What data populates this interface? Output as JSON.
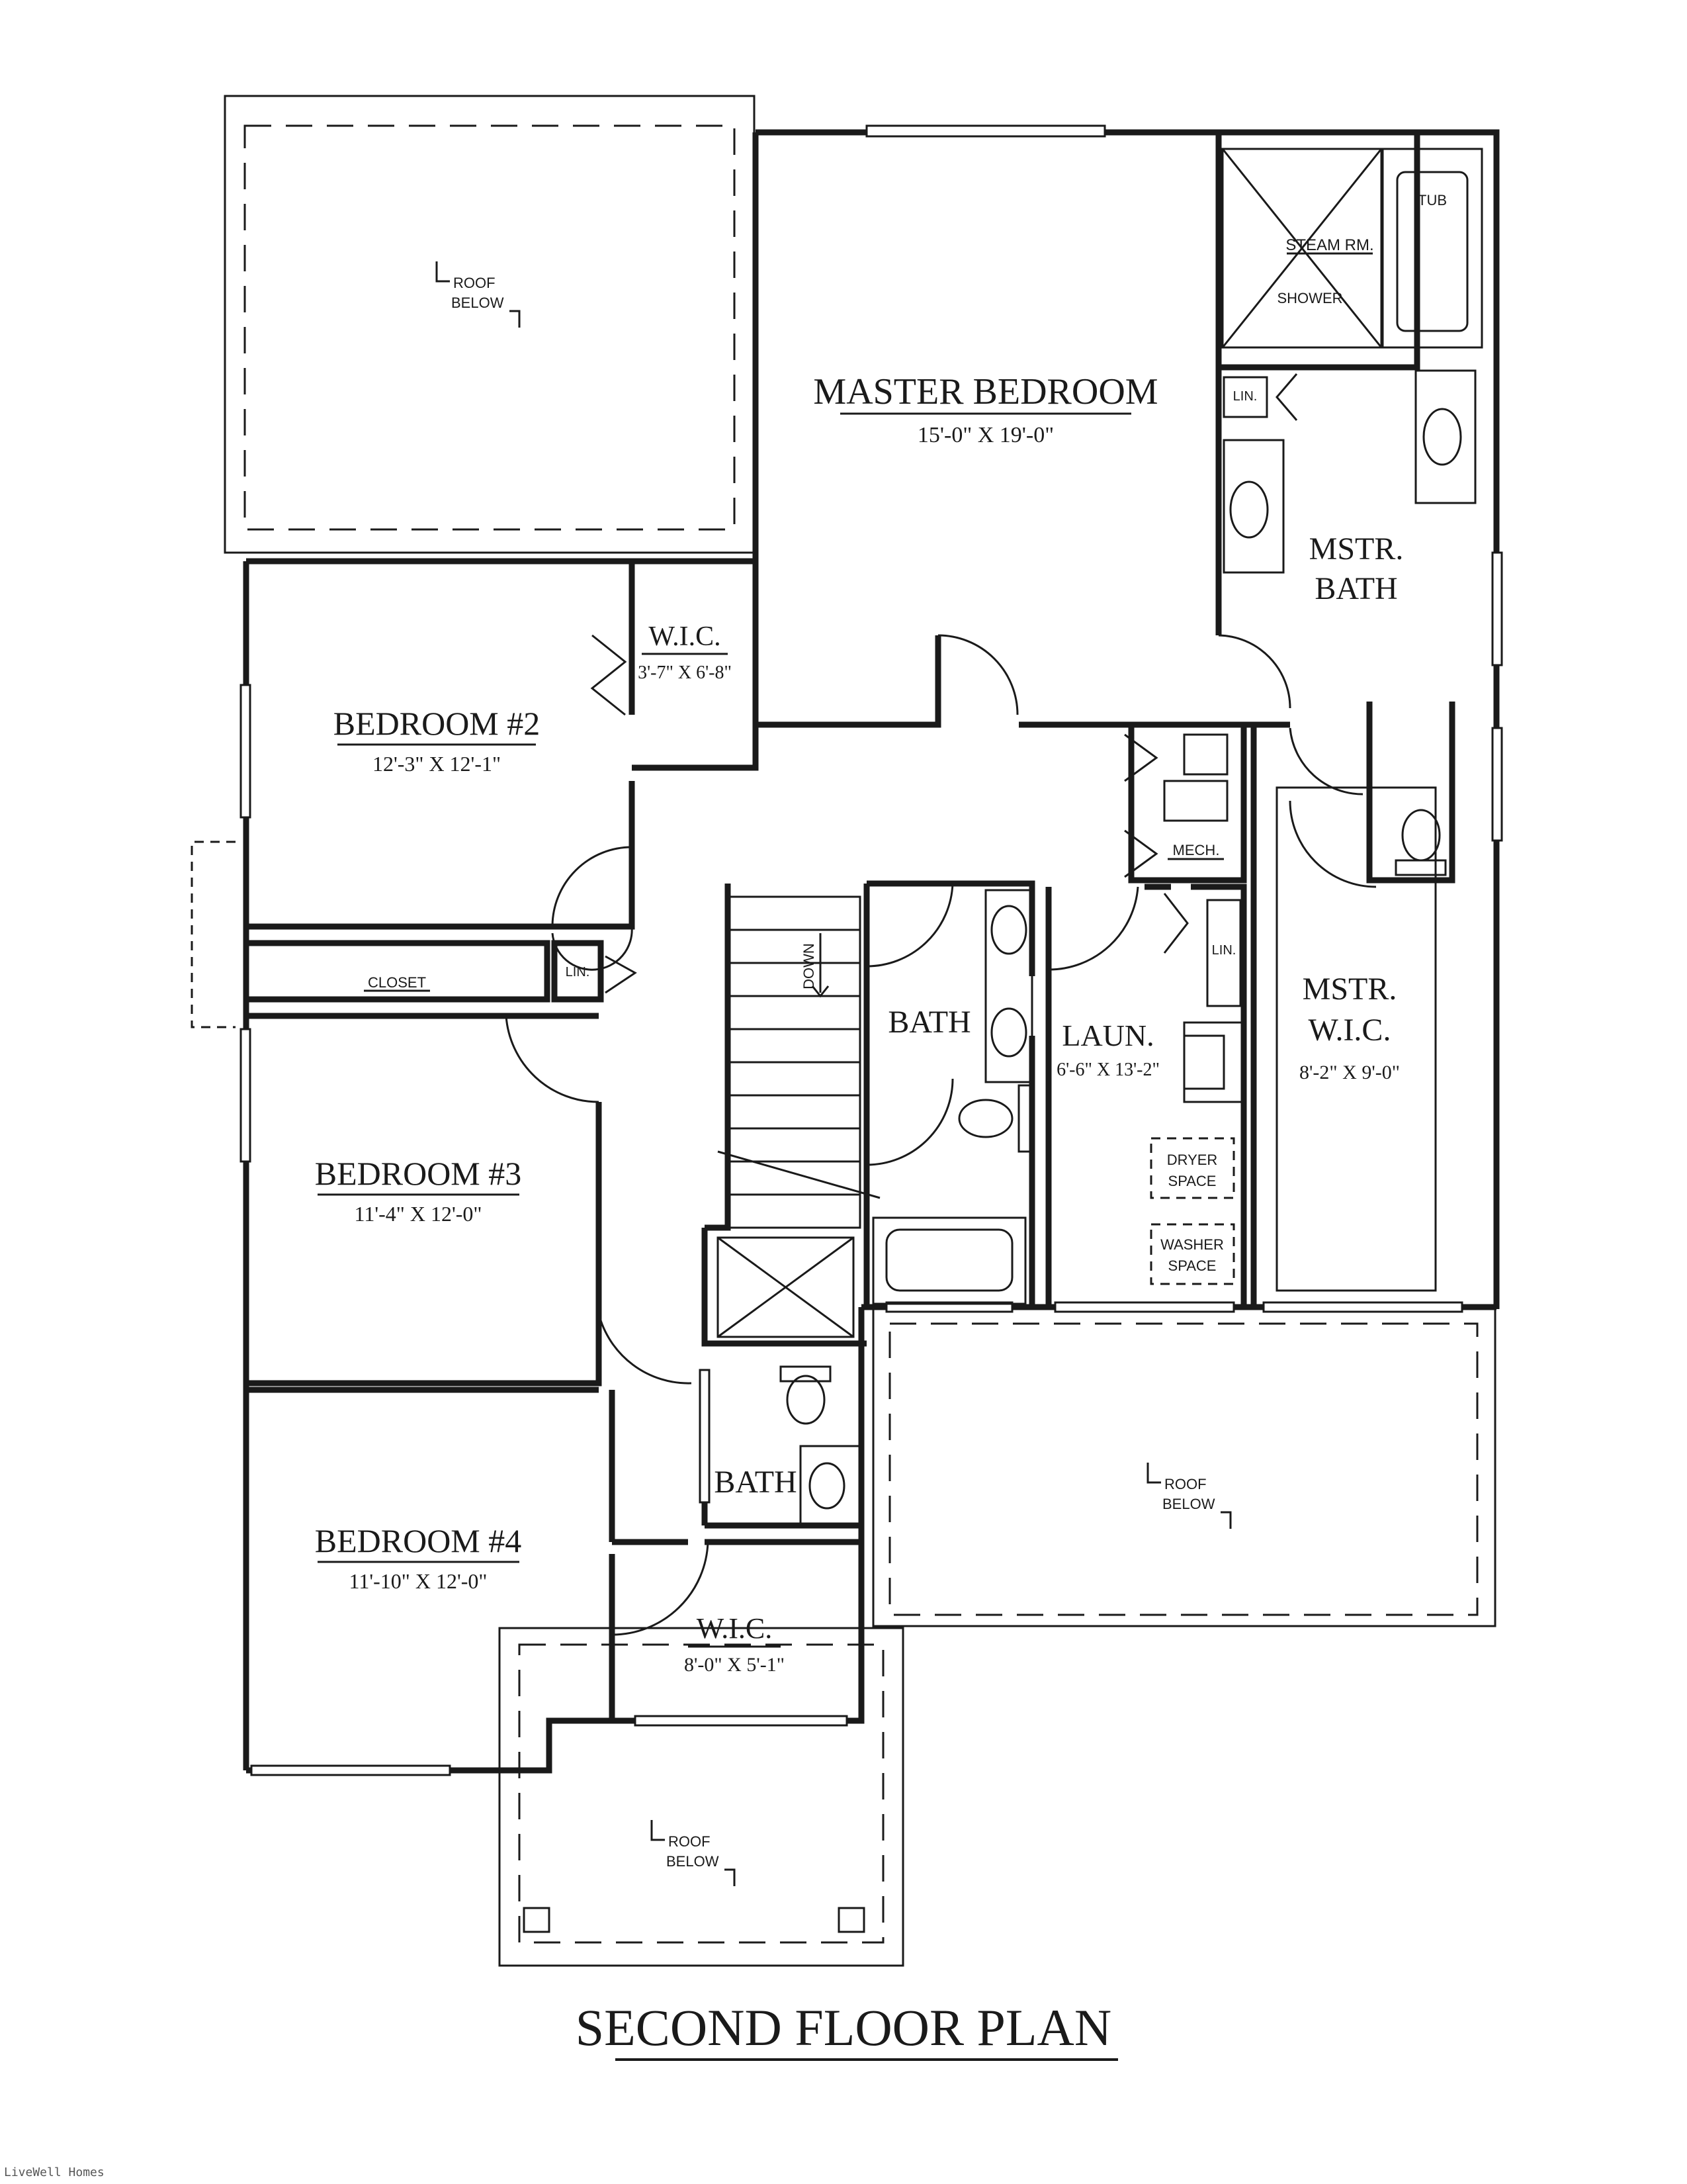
{
  "plan_title": "SECOND FLOOR PLAN",
  "rooms": {
    "master_bedroom": {
      "name": "MASTER BEDROOM",
      "size": "15'-0\" X 19'-0\""
    },
    "bedroom2": {
      "name": "BEDROOM #2",
      "size": "12'-3\" X 12'-1\""
    },
    "bedroom3": {
      "name": "BEDROOM #3",
      "size": "11'-4\" X 12'-0\""
    },
    "bedroom4": {
      "name": "BEDROOM #4",
      "size": "11'-10\" X 12'-0\""
    },
    "wic_bed2": {
      "name": "W.I.C.",
      "size": "3'-7\" X 6'-8\""
    },
    "wic_bed4": {
      "name": "W.I.C.",
      "size": "8'-0\" X 5'-1\""
    },
    "mstr_bath": {
      "line1": "MSTR.",
      "line2": "BATH"
    },
    "mstr_wic": {
      "line1": "MSTR.",
      "line2": "W.I.C.",
      "size": "8'-2\" X 9'-0\""
    },
    "laundry": {
      "name": "LAUN.",
      "size": "6'-6\" X 13'-2\""
    },
    "bath_center": {
      "name": "BATH"
    },
    "bath_lower": {
      "name": "BATH"
    }
  },
  "notes": {
    "roof_below_line1": "ROOF",
    "roof_below_line2": "BELOW",
    "tub": "TUB",
    "steam_room": "STEAM RM.",
    "shower": "SHOWER",
    "lin": "LIN.",
    "mech": "MECH.",
    "closet": "CLOSET",
    "down": "DOWN",
    "dryer_line1": "DRYER",
    "dryer_line2": "SPACE",
    "washer_line1": "WASHER",
    "washer_line2": "SPACE"
  },
  "watermark": "LiveWell Homes"
}
